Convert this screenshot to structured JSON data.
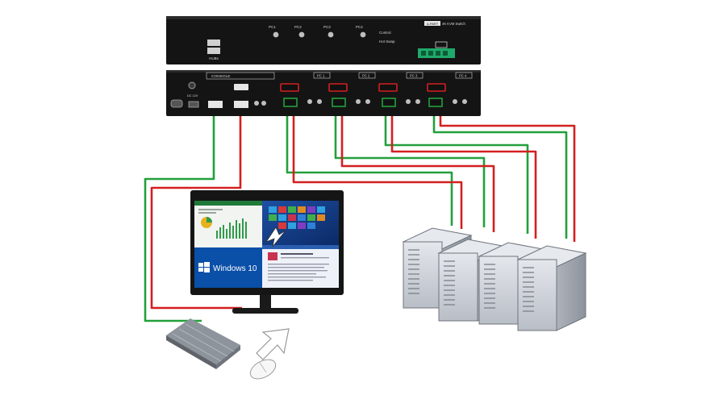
{
  "front_panel": {
    "buttons": [
      "PC1",
      "PC2",
      "PC3",
      "PC4"
    ],
    "usb_label": "HUBs",
    "right_labels": [
      "Control",
      "Hot Swap"
    ],
    "model_badge": "A-PART",
    "model_text": "4K KVM Switch"
  },
  "rear_panel": {
    "console_label": "CONSOLE",
    "port_labels": [
      "PC 1",
      "PC 2",
      "PC 3",
      "PC 4"
    ],
    "power_label": "DC 12V"
  },
  "monitor": {
    "os_text": "Windows 10"
  },
  "colors": {
    "hdmi_cable": "#d32020",
    "usb_cable": "#22a03c",
    "device_body": "#141414",
    "server_fill": "#d0d4da"
  },
  "icons": [
    "keyboard-icon",
    "mouse-icon",
    "cursor-arrow-icon"
  ]
}
